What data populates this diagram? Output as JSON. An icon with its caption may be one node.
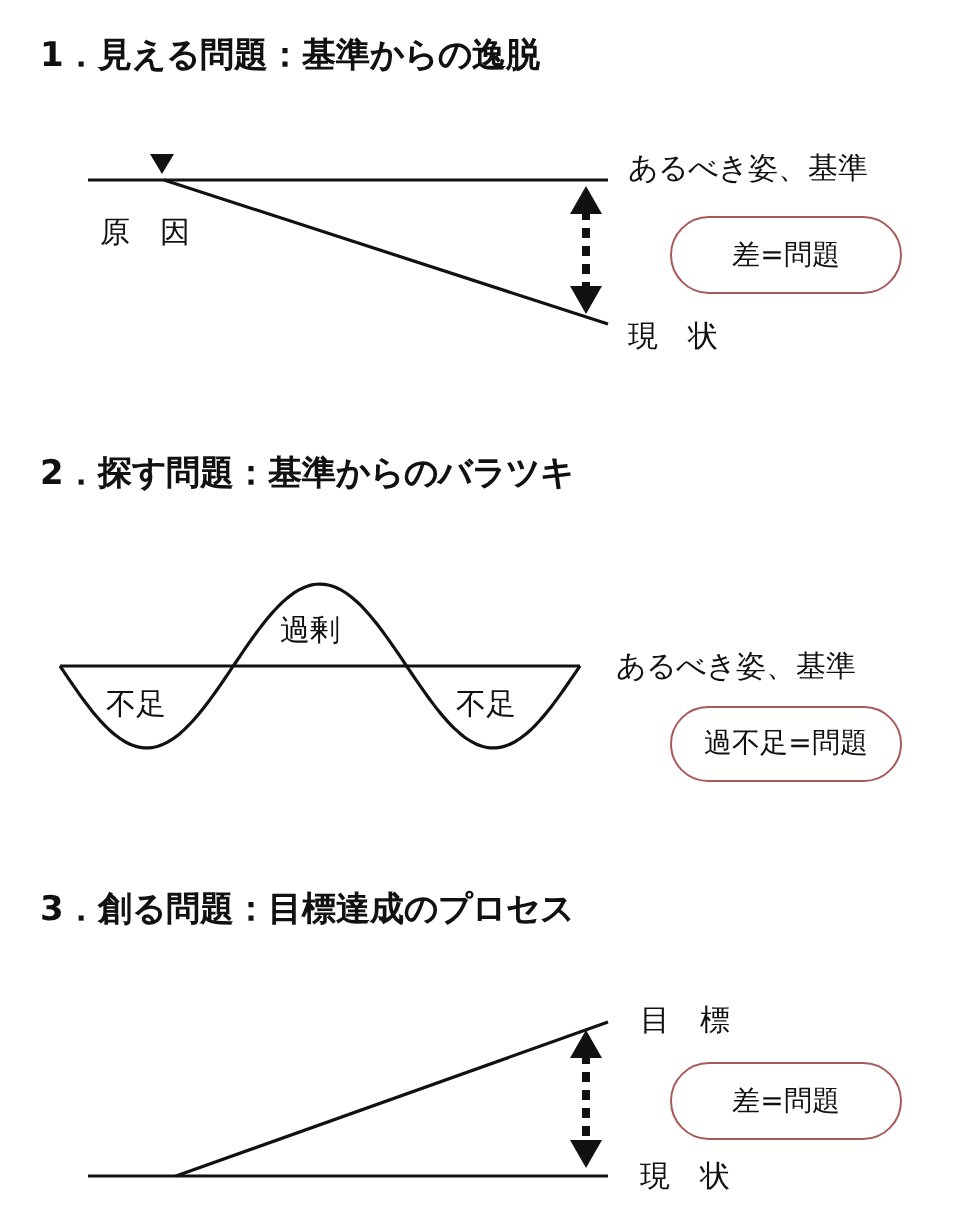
{
  "diagram": {
    "nodes": [
      {
        "text": [
          "差=問題"
        ]
      },
      {
        "text": [
          "過不足=問題"
        ]
      },
      {
        "text": [
          "差=問題"
        ]
      }
    ],
    "labels": [
      "1．見える問題：基準からの逸脱",
      "あるべき姿、基準",
      "原　因",
      "現　状",
      "2．探す問題：基準からのバラツキ",
      "過剰",
      "あるべき姿、基準",
      "不足",
      "不足",
      "3．創る問題：目標達成のプロセス",
      "目　標",
      "現　状"
    ]
  }
}
